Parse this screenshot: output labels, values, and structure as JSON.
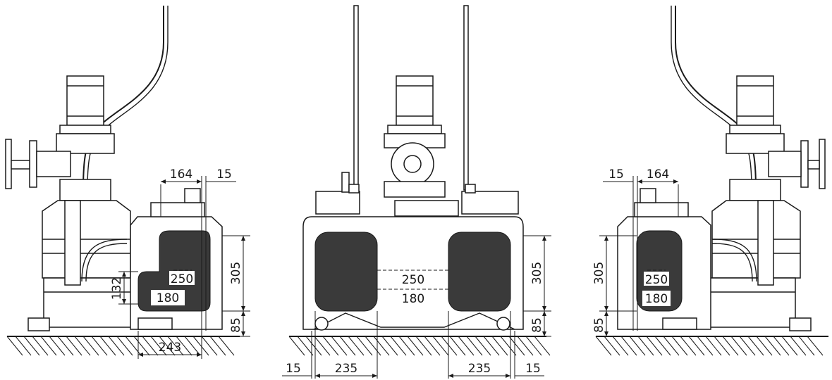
{
  "colors": {
    "line": "#1a1a1a",
    "fill_zone": "#3a3a3a",
    "background": "#ffffff"
  },
  "left_view": {
    "dims": {
      "top_width": "164",
      "top_offset": "15",
      "height_upper": "305",
      "height_lower": "85",
      "side_small": "132",
      "label_top": "250",
      "label_bottom": "180",
      "base_width": "243"
    }
  },
  "center_view": {
    "dims": {
      "height_upper": "305",
      "height_lower": "85",
      "label_top": "250",
      "label_bottom": "180",
      "left_offset": "15",
      "left_width": "235",
      "right_width": "235",
      "right_offset": "15"
    }
  },
  "right_view": {
    "dims": {
      "top_offset": "15",
      "top_width": "164",
      "height_upper": "305",
      "height_lower": "85",
      "label_top": "250",
      "label_bottom": "180"
    }
  }
}
